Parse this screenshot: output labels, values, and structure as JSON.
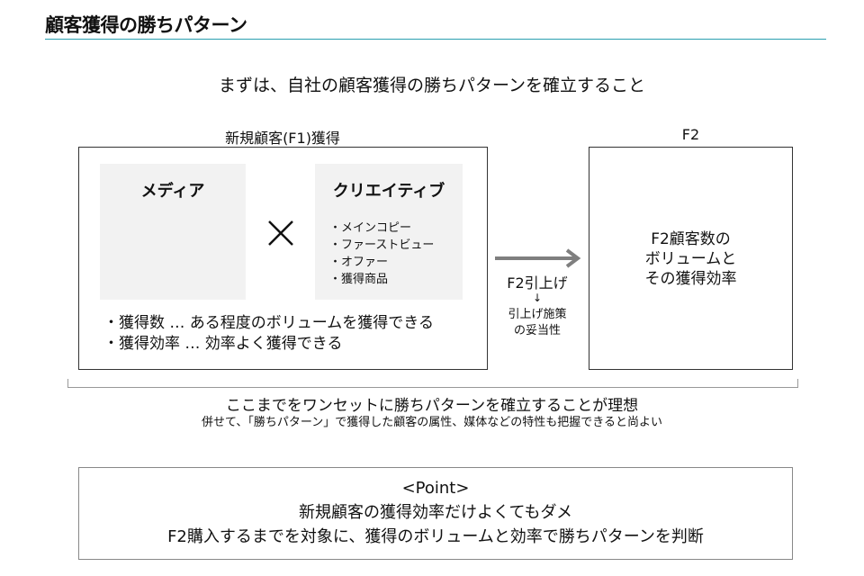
{
  "header": {
    "title": "顧客獲得の勝ちパターン",
    "accent_color": "#2a9fb0"
  },
  "subtitle": "まずは、自社の顧客獲得の勝ちパターンを確立すること",
  "f1": {
    "label": "新規顧客(F1)獲得",
    "media": {
      "heading": "メディア"
    },
    "times_icon": "multiply-icon",
    "creative": {
      "heading": "クリエイティブ",
      "items": [
        "・メインコピー",
        "・ファーストビュー",
        "・オファー",
        "・獲得商品"
      ]
    },
    "bullets": [
      "・獲得数 … ある程度のボリュームを獲得できる",
      "・獲得効率 … 効率よく獲得できる"
    ]
  },
  "transition": {
    "arrow_icon": "arrow-right-icon",
    "label": "F2引上げ",
    "down_arrow": "↓",
    "measure_lines": [
      "引上げ施策",
      "の妥当性"
    ]
  },
  "f2": {
    "label": "F2",
    "lines": [
      "F2顧客数の",
      "ボリュームと",
      "その獲得効率"
    ]
  },
  "ideal": {
    "main": "ここまでをワンセットに勝ちパターンを確立することが理想",
    "sub": "併せて、「勝ちパターン」で獲得した顧客の属性、媒体などの特性も把握できると尚よい"
  },
  "point": {
    "heading": "<Point>",
    "lines": [
      "新規顧客の獲得効率だけよくてもダメ",
      "F2購入するまでを対象に、獲得のボリュームと効率で勝ちパターンを判断"
    ]
  }
}
